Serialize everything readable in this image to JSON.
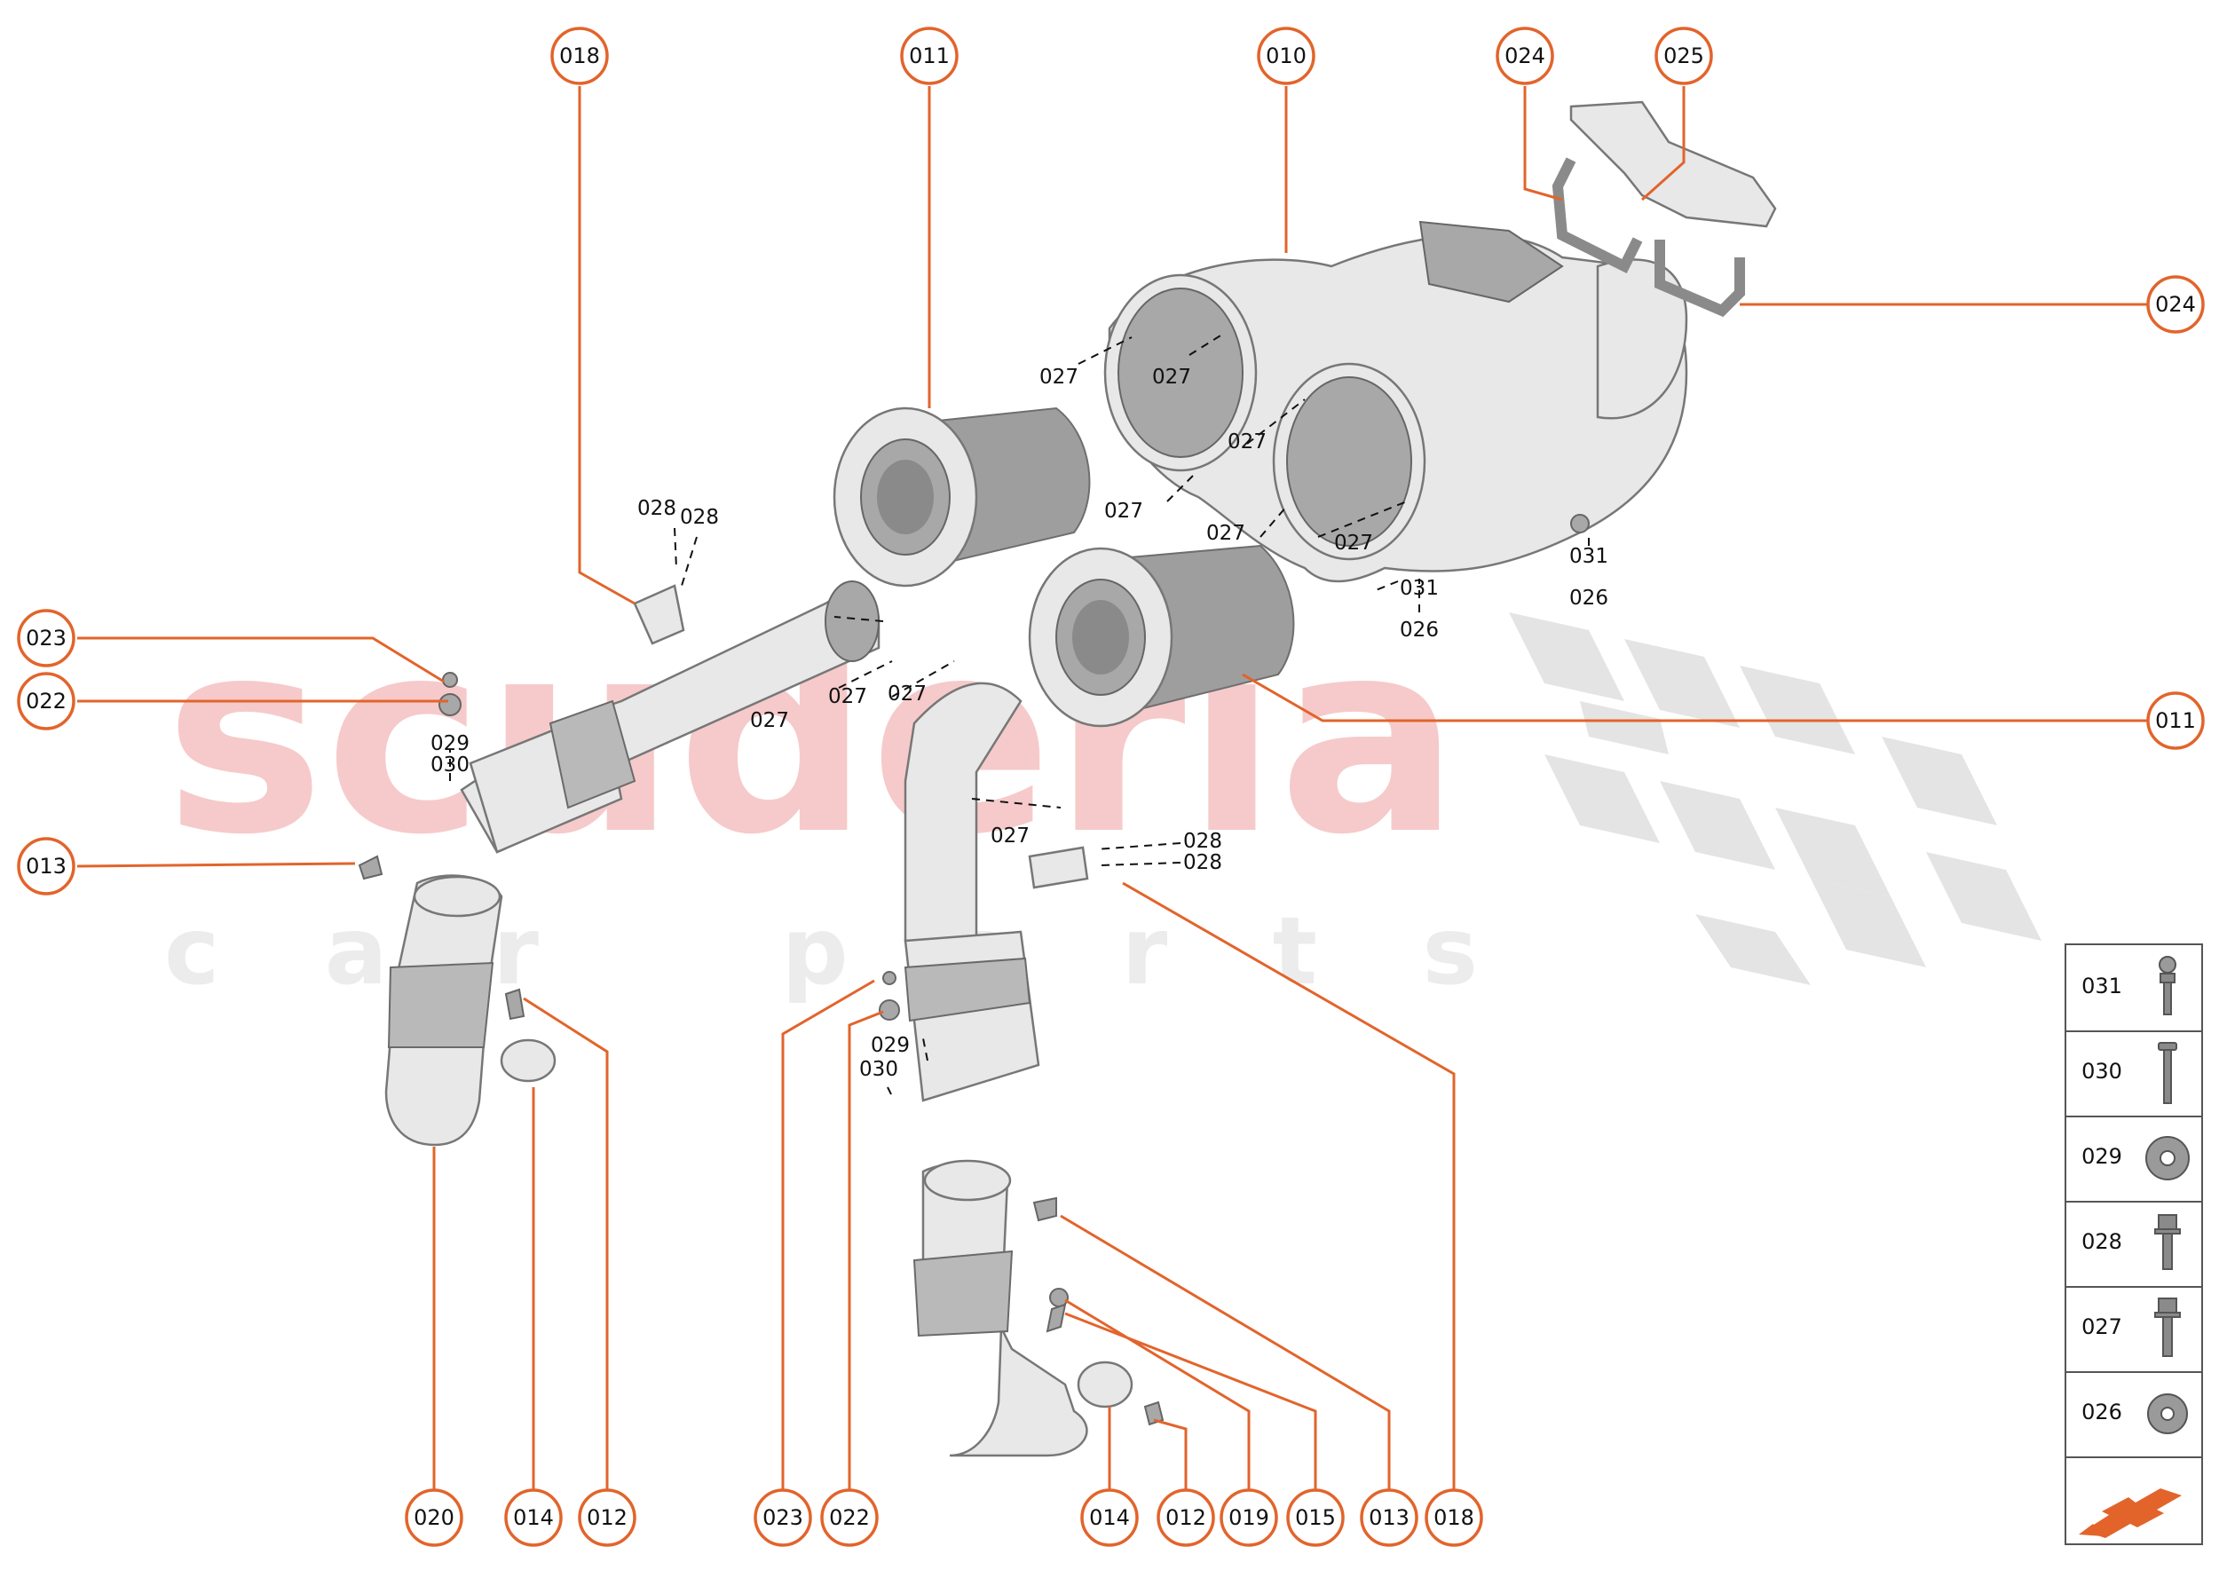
{
  "watermark": {
    "main": "scuderia",
    "sub": "car parts"
  },
  "callouts": {
    "c018_top": "018",
    "c011_top": "011",
    "c010": "010",
    "c024_top": "024",
    "c025": "025",
    "c024_right": "024",
    "c011_right": "011",
    "c023_left": "023",
    "c022_left": "022",
    "c013_left": "013",
    "c020": "020",
    "c014_a": "014",
    "c012_a": "012",
    "c023_b": "023",
    "c022_b": "022",
    "c014_b": "014",
    "c012_b": "012",
    "c019": "019",
    "c015": "015",
    "c013_b": "013",
    "c018_b": "018"
  },
  "labels": {
    "l027_a": "027",
    "l027_b": "027",
    "l027_c": "027",
    "l027_d": "027",
    "l027_e": "027",
    "l027_f": "027",
    "l027_g": "027",
    "l027_h": "027",
    "l027_i": "027",
    "l027_j": "027",
    "l028_a": "028",
    "l028_b": "028",
    "l028_c": "028",
    "l028_d": "028",
    "l029_a": "029",
    "l030_a": "030",
    "l029_b": "029",
    "l030_b": "030",
    "l031_a": "031",
    "l026_a": "026",
    "l031_b": "031",
    "l026_b": "026"
  },
  "legend": {
    "items": [
      {
        "code": "031",
        "icon": "ball-stud-icon"
      },
      {
        "code": "030",
        "icon": "bolt-long-icon"
      },
      {
        "code": "029",
        "icon": "washer-icon"
      },
      {
        "code": "028",
        "icon": "flange-bolt-icon"
      },
      {
        "code": "027",
        "icon": "flange-bolt-icon"
      },
      {
        "code": "026",
        "icon": "washer-icon"
      }
    ],
    "arrow_icon": "direction-arrow-icon"
  },
  "colors": {
    "accent": "#e2642b",
    "watermark": "#f6caca",
    "part_grey": "#e8e8e8"
  }
}
